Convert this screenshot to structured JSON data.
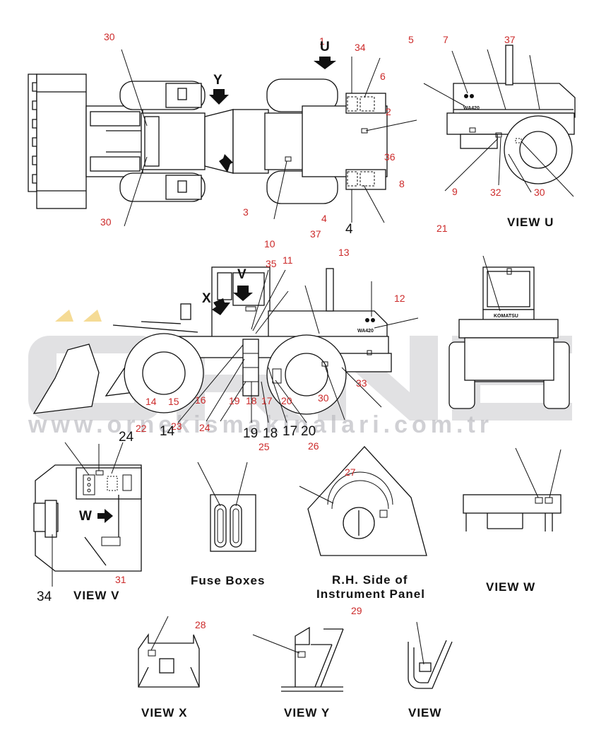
{
  "watermark": {
    "brand": "ÖRNEK",
    "url": "www.ornekismakinalari.com.tr"
  },
  "callouts_red": [
    "30",
    "1",
    "34",
    "5",
    "7",
    "37",
    "6",
    "2",
    "36",
    "8",
    "9",
    "32",
    "30",
    "21",
    "3",
    "4",
    "37",
    "30",
    "10",
    "11",
    "35",
    "13",
    "12",
    "14",
    "15",
    "16",
    "19",
    "18",
    "17",
    "20",
    "30",
    "33",
    "22",
    "23",
    "24",
    "25",
    "26",
    "27",
    "31",
    "28",
    "29"
  ],
  "callouts_black": [
    "U",
    "Y",
    "4",
    "V",
    "X",
    "14",
    "19",
    "18",
    "17",
    "20",
    "24",
    "W",
    "34"
  ],
  "view_captions": {
    "view_u": "VIEW  U",
    "view_v": "VIEW  V",
    "view_w": "VIEW  W",
    "view_x": "VIEW  X",
    "view_y": "VIEW  Y",
    "view_z": "VIEW",
    "fuse_boxes": "Fuse Boxes",
    "instrument_panel_line1": "R.H. Side of",
    "instrument_panel_line2": "Instrument Panel"
  },
  "model_badge": "WA420",
  "brand_badge": "KOMATSU",
  "accent_colors": {
    "callout": "#cc2a2a",
    "line": "#111111",
    "watermark": "#c8c8cc",
    "watermark_accent": "#f2d27a"
  }
}
